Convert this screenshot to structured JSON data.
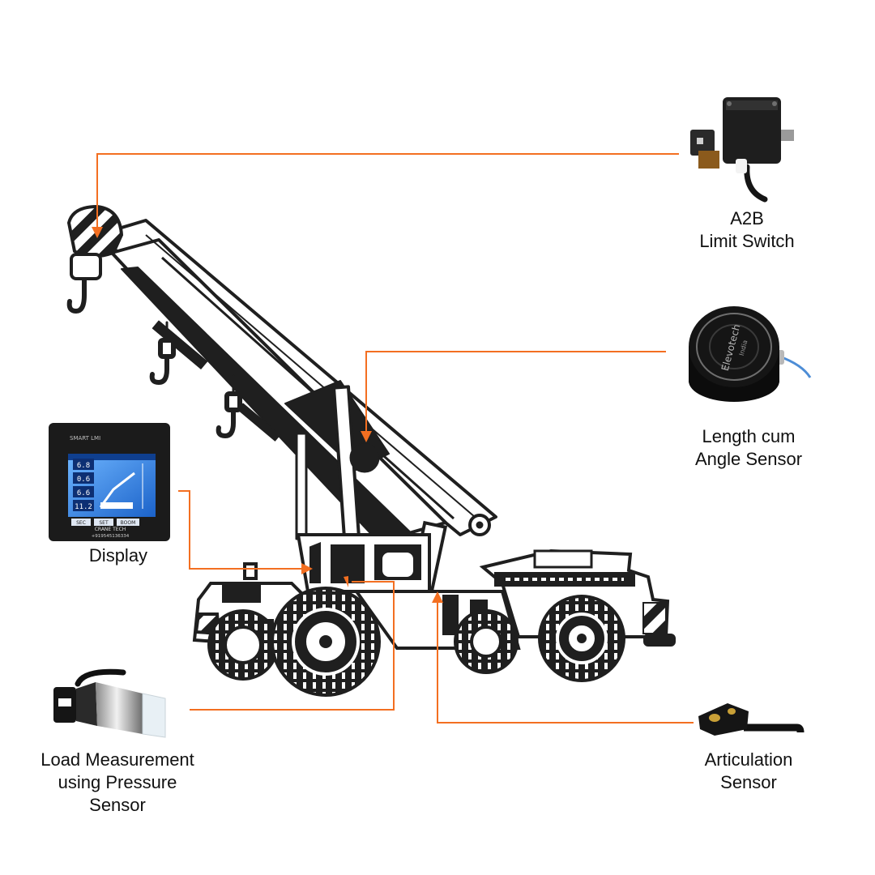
{
  "colors": {
    "accent": "#f36f21",
    "ink": "#1f1f1f",
    "background": "#ffffff"
  },
  "display_device": {
    "brand": "SMART LMI",
    "footer_name": "CRANE TECH",
    "footer_phone": "+919545136334",
    "readouts": [
      "6.8",
      "0.6",
      "6.6",
      "11.2"
    ],
    "softkeys": [
      "SEC",
      "SET",
      "BOOM"
    ]
  },
  "angle_sensor_device": {
    "brand": "Elevotech",
    "sub": "India"
  },
  "components": {
    "a2b": {
      "line1": "A2B",
      "line2": "Limit Switch"
    },
    "length_angle": {
      "line1": "Length cum",
      "line2": "Angle Sensor"
    },
    "display": {
      "line1": "Display"
    },
    "load": {
      "line1": "Load Measurement",
      "line2": "using Pressure",
      "line3": "Sensor"
    },
    "articulation": {
      "line1": "Articulation",
      "line2": "Sensor"
    }
  }
}
